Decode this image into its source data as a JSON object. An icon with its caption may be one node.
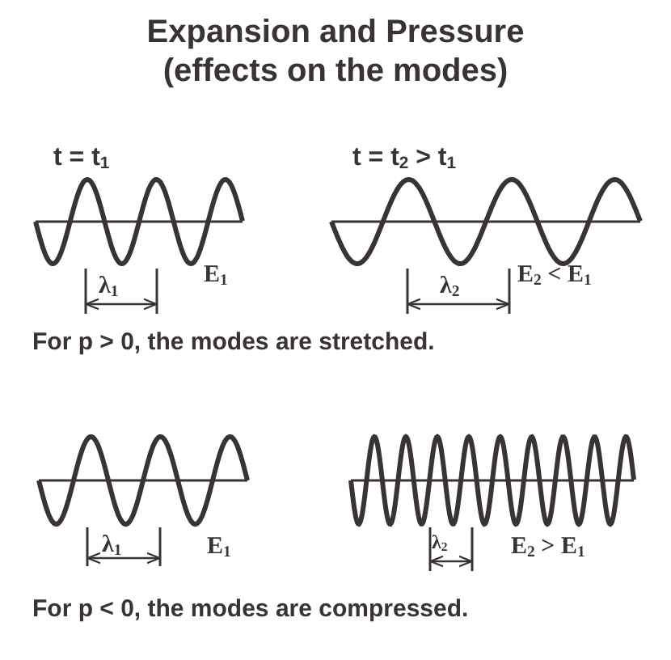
{
  "diagram": {
    "title": "Expansion and Pressure (effects on the modes)",
    "labels": [
      "t = t$_{1}$",
      "t = t$_{2}$ >  t$_{1}$",
      "λ$_{1}$",
      "E$_{1}$",
      "λ$_{2}$",
      "E$_{2}$ < E$_{1}$",
      "For p > 0, the modes are stretched.",
      "λ$_{1}$",
      "E$_{1}$",
      "λ$_{2}$",
      "E$_{2}$ > E$_{1}$",
      "For p < 0, the modes are compressed."
    ]
  }
}
